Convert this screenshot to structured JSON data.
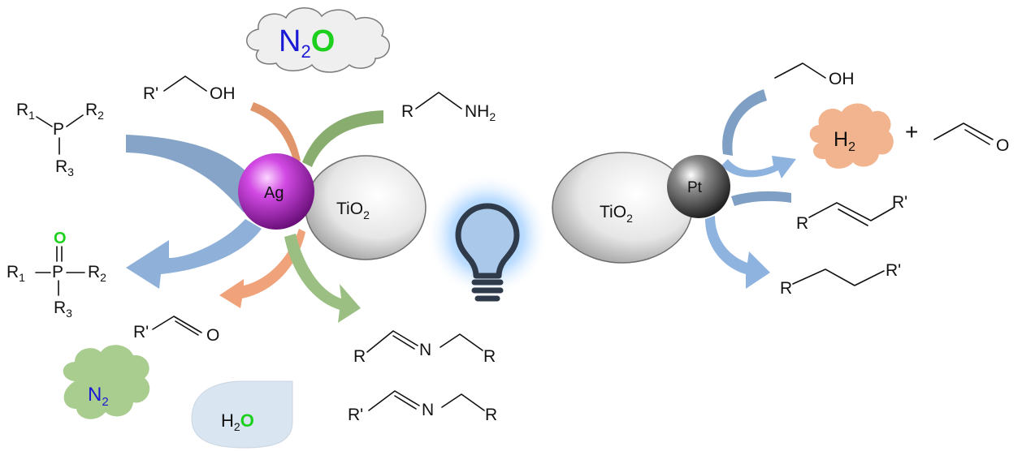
{
  "left_panel": {
    "cloud_n2o": {
      "n2": "N",
      "n2_sub": "2",
      "o": "O"
    },
    "phosphine": {
      "r1": "R",
      "r1_sub": "1",
      "r2": "R",
      "r2_sub": "2",
      "r3": "R",
      "r3_sub": "3",
      "p": "P"
    },
    "phosphine_oxide": {
      "o": "O",
      "p": "P",
      "r1": "R",
      "r1_sub": "1",
      "r2": "R",
      "r2_sub": "2",
      "r3": "R",
      "r3_sub": "3"
    },
    "alcohol": {
      "r": "R'",
      "oh": "OH"
    },
    "amine": {
      "r": "R",
      "nh2": "NH",
      "nh2_sub": "2"
    },
    "aldehyde": {
      "r": "R'",
      "o": "O"
    },
    "imine1": {
      "r_left": "R",
      "n": "N",
      "r_right": "R"
    },
    "imine2": {
      "r_left": "R'",
      "n": "N",
      "r_right": "R"
    },
    "cloud_n2": {
      "n": "N",
      "sub": "2"
    },
    "drop_h2o": {
      "h": "H",
      "sub": "2",
      "o": "O"
    },
    "ag_label": "Ag",
    "tio2_label": {
      "main": "TiO",
      "sub": "2"
    }
  },
  "right_panel": {
    "ethanol": {
      "oh": "OH"
    },
    "h2_cloud": {
      "h": "H",
      "sub": "2"
    },
    "plus": "+",
    "acetaldehyde": {
      "o": "O"
    },
    "alkene": {
      "r": "R",
      "r2": "R'"
    },
    "alkane": {
      "r": "R",
      "r2": "R'"
    },
    "pt_label": "Pt",
    "tio2_label": {
      "main": "TiO",
      "sub": "2"
    }
  },
  "colors": {
    "blue_arrow": "#7f9fc4",
    "orange_arrow": "#e89a6a",
    "green_arrow": "#8cb074",
    "n_blue": "#1a1ad6",
    "o_green": "#1ed01e",
    "ag_magenta": "#c23dd6",
    "h2_cloud": "#f2b48e",
    "n2_cloud": "#a9cc8f",
    "drop": "#d9e6f2"
  },
  "icons": [
    "lightbulb-icon"
  ]
}
